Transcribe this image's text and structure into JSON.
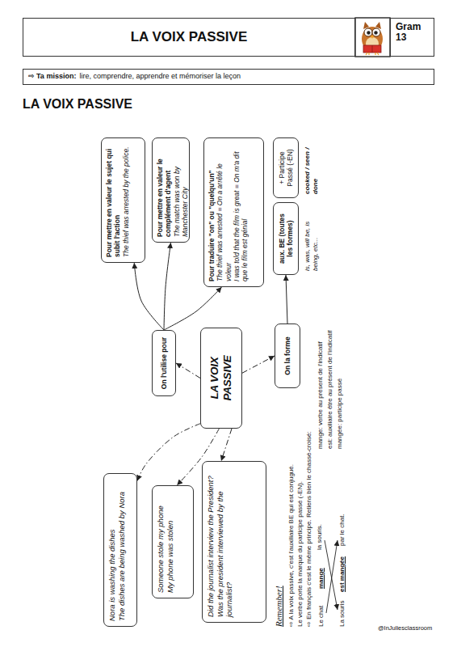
{
  "diagram": {
    "title": "LA VOIX PASSIVE",
    "nodes": [
      {
        "text": [
          "LA VOIX PASSIVE"
        ]
      },
      {
        "text": [
          "Gram 13"
        ]
      },
      {
        "text": [
          "⇨ Ta mission:",
          "lire, comprendre, apprendre et mémoriser la leçon"
        ]
      },
      {
        "text": [
          "Pour mettre en valeur le sujet qui subit l'action",
          "The thief was arrested by the police."
        ]
      },
      {
        "text": [
          "Pour mettre en valeur le complément d'agent",
          "The match was won by Manchester City"
        ]
      },
      {
        "text": [
          "Pour traduire \"on\" ou \"quelqu'un\"",
          "The thief was arrested = On a arrêté le voleur",
          "I was told that the film is great = On m'a dit que le film est génial"
        ]
      },
      {
        "text": [
          "aux. BE (toutes les formes)"
        ]
      },
      {
        "text": [
          "+ Participe Passé (-EN)"
        ]
      },
      {
        "text": [
          "On l'utilise pour"
        ]
      },
      {
        "text": [
          "LA VOIX PASSIVE"
        ]
      },
      {
        "text": [
          "On la forme"
        ]
      },
      {
        "text": [
          "Nora is washing the dishes",
          "The dishes are being washed by Nora"
        ]
      },
      {
        "text": [
          "Someone stole my phone",
          "My phone was stolen"
        ]
      },
      {
        "text": [
          "Did the journalist interview the President?",
          "Was the president interviewed by the journalist?"
        ]
      }
    ],
    "edges": [
      {
        "from": 9,
        "to": 8,
        "arrow": "to"
      },
      {
        "from": 9,
        "to": 10,
        "arrow": "to"
      },
      {
        "from": 9,
        "to": 11,
        "arrow": "to"
      },
      {
        "from": 9,
        "to": 12,
        "arrow": "to"
      },
      {
        "from": 9,
        "to": 13,
        "arrow": "to"
      },
      {
        "from": 8,
        "to": 3,
        "arrow": "to"
      },
      {
        "from": 8,
        "to": 4,
        "arrow": "to"
      },
      {
        "from": 8,
        "to": 5,
        "arrow": "to"
      },
      {
        "from": 10,
        "to": 6,
        "arrow": "to"
      }
    ],
    "labels": [
      "is, was, will be, is being, etc...",
      "cooked / seen / done",
      "Remember!",
      "⇨ A la voix passive, c'est l'auxiliaire BE qui est conjugué.",
      "Le verbe porte la marque du participe passé (-EN).",
      "⇨ En français c'est le même principe. Retiens bien le chassé-croisé:",
      "Le chat",
      "mange",
      "la souris.",
      "La souris",
      "est mangée",
      "par le chat.",
      "mange: verbe au présent de l'indicatif",
      "est: auxiliaire être au présent de l'indicatif",
      "mangée: participe passé",
      "@InJuliesclassroom"
    ]
  }
}
